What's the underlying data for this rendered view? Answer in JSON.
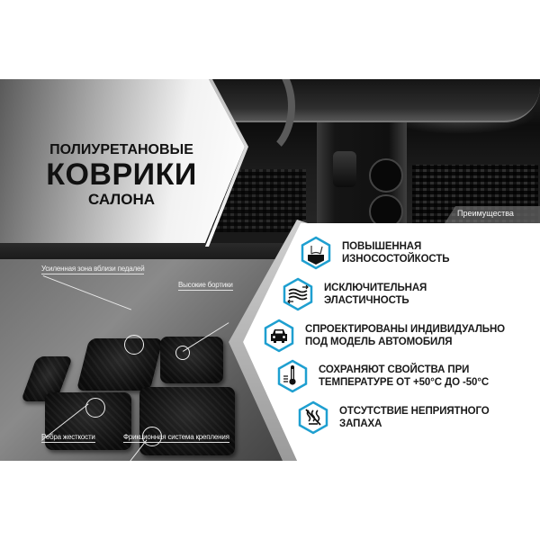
{
  "banner": {
    "title": {
      "line1": "ПОЛИУРЕТАНОВЫЕ",
      "line2": "КОВРИКИ",
      "line3": "САЛОНА"
    },
    "photo_caption": "Преимущества",
    "callouts": [
      {
        "id": "pedal-zone",
        "text": "Усиленная зона вблизи педалей"
      },
      {
        "id": "high-sides",
        "text": "Высокие бортики"
      },
      {
        "id": "ribs",
        "text": "Ребра жесткости"
      },
      {
        "id": "fastening",
        "text": "Фрикционная система крепления"
      }
    ],
    "features": [
      {
        "icon": "wear-resistance-icon",
        "line1": "ПОВЫШЕННАЯ",
        "line2": "ИЗНОСОСТОЙКОСТЬ"
      },
      {
        "icon": "elasticity-icon",
        "line1": "ИСКЛЮЧИТЕЛЬНАЯ",
        "line2": "ЭЛАСТИЧНОСТЬ"
      },
      {
        "icon": "car-icon",
        "line1": "СПРОЕКТИРОВАНЫ ИНДИВИДУАЛЬНО",
        "line2": "ПОД МОДЕЛЬ АВТОМОБИЛЯ"
      },
      {
        "icon": "thermometer-icon",
        "line1": "СОХРАНЯЮТ СВОЙСТВА ПРИ",
        "line2": "ТЕМПЕРАТУРЕ ОТ +50°C ДО -50°C"
      },
      {
        "icon": "no-odor-icon",
        "line1": "ОТСУТСТВИЕ НЕПРИЯТНОГО",
        "line2": "ЗАПАХА"
      }
    ],
    "colors": {
      "accent": "#1e9fd0",
      "text": "#1a1a1a",
      "panel": "#ffffff"
    }
  }
}
